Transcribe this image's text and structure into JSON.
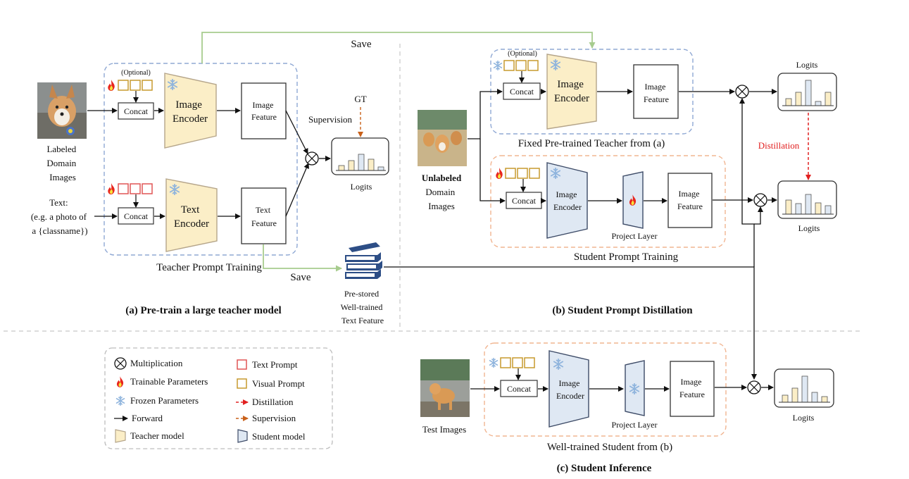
{
  "colors": {
    "teacher_fill": "#fbeec7",
    "teacher_stroke": "#b5a58a",
    "student_fill": "#dfe8f3",
    "student_stroke": "#3c4a66",
    "blue_dash": "#8fa8d4",
    "orange_dash": "#f1b591",
    "save_arrow": "#a7cc8e",
    "distill": "#e12020",
    "supervision": "#c9611a",
    "text_prompt": "#e05555",
    "visual_prompt": "#c79a2e",
    "snow": "#8fb4dd"
  },
  "panel_a": {
    "caption": "(a) Pre-train a large teacher model",
    "box_label": "Teacher Prompt Training",
    "optional": "(Optional)",
    "labeled_images": [
      "Labeled",
      "Domain",
      "Images"
    ],
    "text_input": [
      "Text:",
      "(e.g. a photo of",
      "a {classname})"
    ],
    "concat": "Concat",
    "image_encoder": [
      "Image",
      "Encoder"
    ],
    "text_encoder": [
      "Text",
      "Encoder"
    ],
    "image_feature": [
      "Image",
      "Feature"
    ],
    "text_feature": [
      "Text",
      "Feature"
    ],
    "supervision": "Supervision",
    "gt": "GT",
    "logits": "Logits",
    "save_top": "Save",
    "save_bottom": "Save",
    "prestored": [
      "Pre-stored",
      "Well-trained",
      "Text Feature"
    ]
  },
  "panel_b": {
    "caption": "(b) Student Prompt Distillation",
    "optional": "(Optional)",
    "teacher_box_label": "Fixed Pre-trained Teacher from (a)",
    "student_box_label": "Student Prompt Training",
    "unlabeled_bold": "Unlabeled",
    "unlabeled_rest": [
      "Domain",
      "Images"
    ],
    "concat": "Concat",
    "image_encoder": [
      "Image",
      "Encoder"
    ],
    "image_feature": [
      "Image",
      "Feature"
    ],
    "project_layer": "Project Layer",
    "distillation": "Distillation",
    "logits_top": "Logits",
    "logits_bottom": "Logits"
  },
  "panel_c": {
    "caption": "(c) Student Inference",
    "box_label": "Well-trained Student from (b)",
    "test_images": "Test Images",
    "concat": "Concat",
    "image_encoder": [
      "Image",
      "Encoder"
    ],
    "image_feature": [
      "Image",
      "Feature"
    ],
    "project_layer": "Project Layer",
    "logits": "Logits"
  },
  "legend": {
    "multiplication": "Multiplication",
    "trainable": "Trainable Parameters",
    "frozen": "Frozen Parameters",
    "forward": "Forward",
    "teacher_model": "Teacher model",
    "text_prompt": "Text Prompt",
    "visual_prompt": "Visual Prompt",
    "distillation": "Distillation",
    "supervision": "Supervision",
    "student_model": "Student model"
  }
}
